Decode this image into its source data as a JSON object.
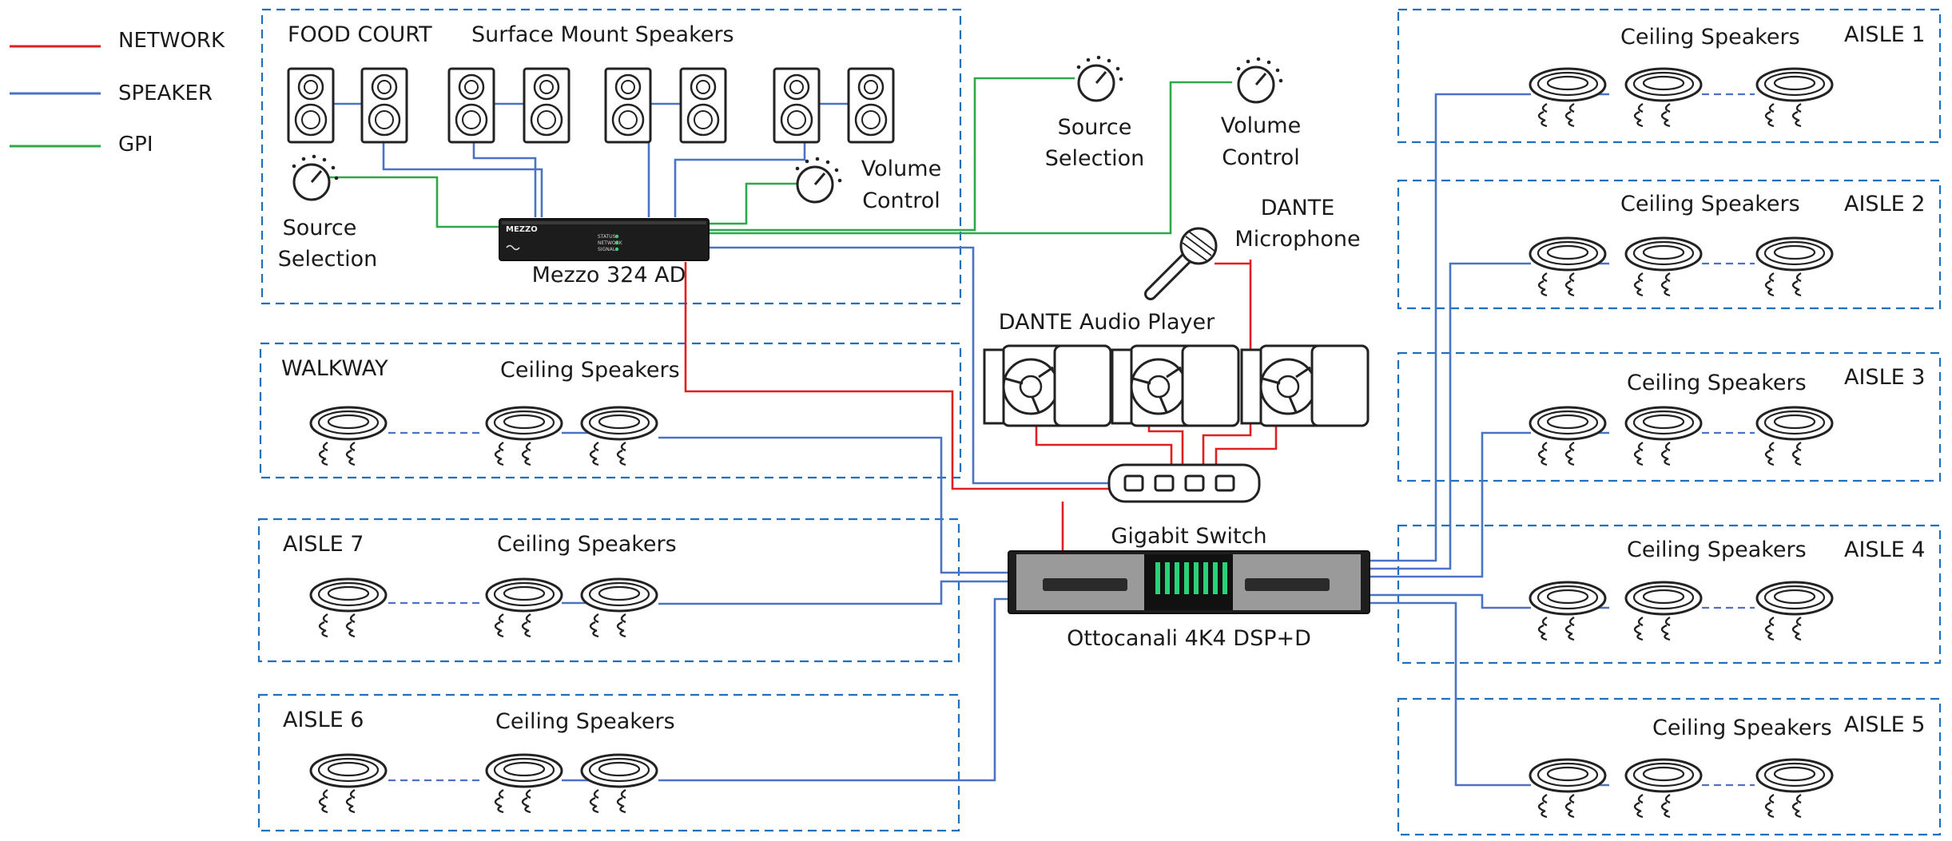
{
  "legend": [
    {
      "label": "NETWORK",
      "color": "#e02020"
    },
    {
      "label": "SPEAKER",
      "color": "#4b72c4"
    },
    {
      "label": "GPI",
      "color": "#2ea84a"
    }
  ],
  "zones": {
    "food_court": {
      "name": "FOOD COURT",
      "subtitle": "Surface Mount Speakers"
    },
    "walkway": {
      "name": "WALKWAY",
      "subtitle": "Ceiling Speakers"
    },
    "aisle7": {
      "name": "AISLE 7",
      "subtitle": "Ceiling Speakers"
    },
    "aisle6": {
      "name": "AISLE 6",
      "subtitle": "Ceiling Speakers"
    },
    "aisle1": {
      "name": "AISLE 1",
      "subtitle": "Ceiling Speakers"
    },
    "aisle2": {
      "name": "AISLE 2",
      "subtitle": "Ceiling Speakers"
    },
    "aisle3": {
      "name": "AISLE 3",
      "subtitle": "Ceiling Speakers"
    },
    "aisle4": {
      "name": "AISLE 4",
      "subtitle": "Ceiling Speakers"
    },
    "aisle5": {
      "name": "AISLE 5",
      "subtitle": "Ceiling Speakers"
    }
  },
  "controls": {
    "food_source": [
      "Source",
      "Selection"
    ],
    "food_volume": [
      "Volume",
      "Control"
    ],
    "ext_source": [
      "Source",
      "Selection"
    ],
    "ext_volume": [
      "Volume",
      "Control"
    ]
  },
  "devices": {
    "mezzo": "Mezzo 324 AD",
    "mezzo_brand": "MEZZO",
    "mezzo_leds": [
      "STATUS",
      "NETWORK",
      "SIGNAL"
    ],
    "microphone": [
      "DANTE",
      "Microphone"
    ],
    "audio_player": "DANTE Audio Player",
    "switch": "Gigabit Switch",
    "amplifier": "Ottocanali 4K4 DSP+D"
  }
}
